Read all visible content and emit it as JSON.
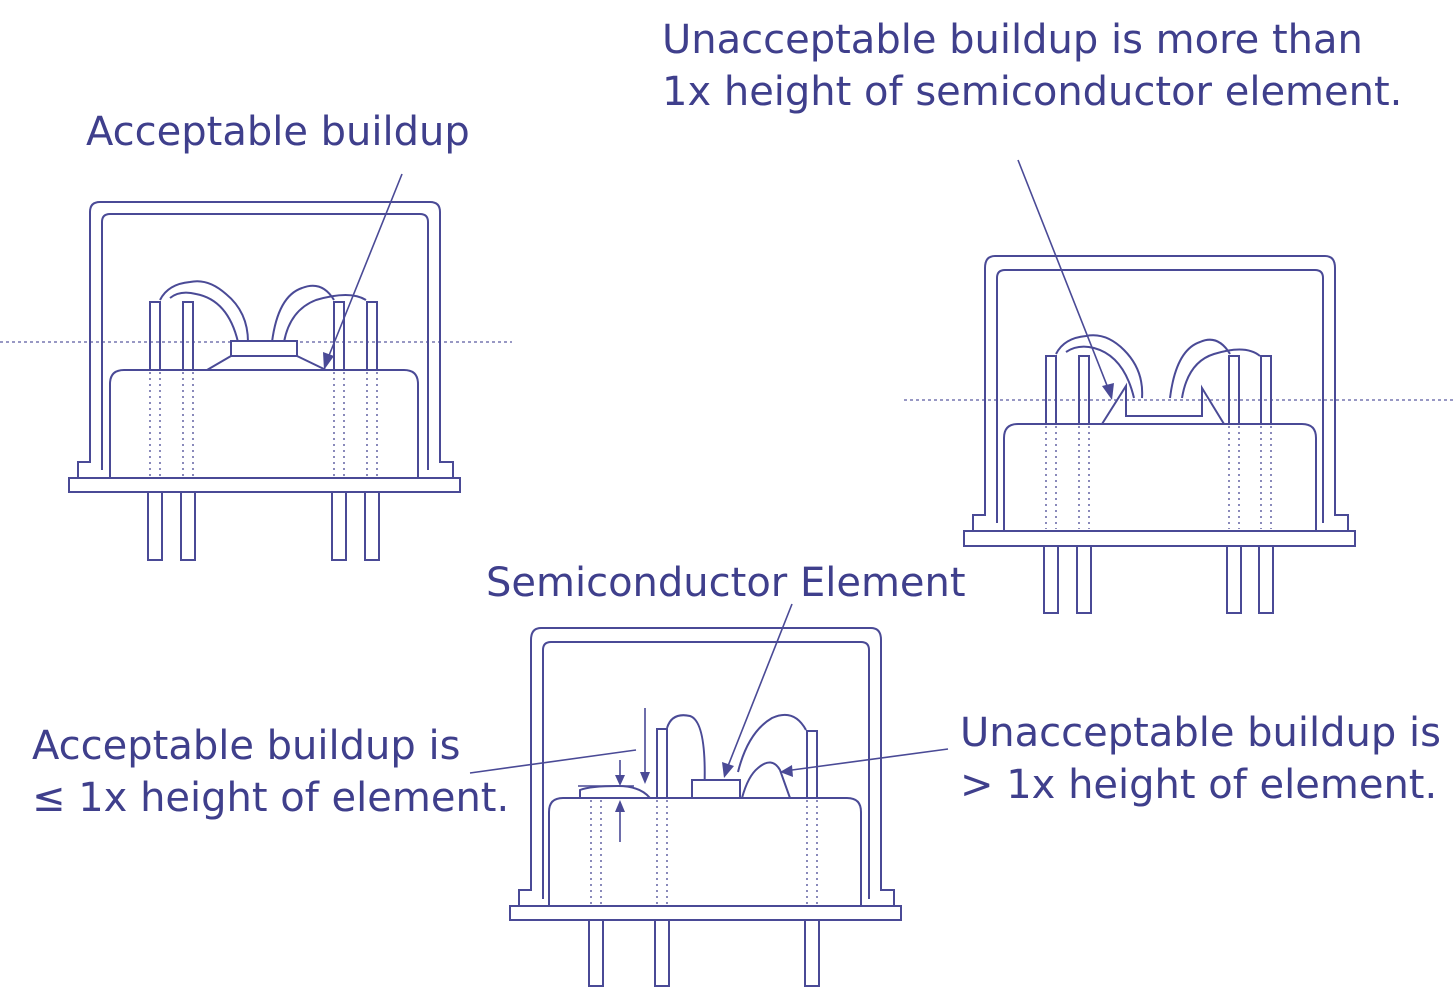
{
  "labels": {
    "acceptable_title": "Acceptable buildup",
    "unacceptable_title_line1": "Unacceptable buildup is more than",
    "unacceptable_title_line2": "1x height of semiconductor element.",
    "semiconductor_element": "Semiconductor Element",
    "acceptable_rule_line1": "Acceptable buildup is",
    "acceptable_rule_line2": "≤ 1x height of element.",
    "unacceptable_rule_line1": "Unacceptable buildup is",
    "unacceptable_rule_line2": "> 1x height of element."
  },
  "colors": {
    "ink": "#3f3f8c",
    "background": "#ffffff"
  }
}
